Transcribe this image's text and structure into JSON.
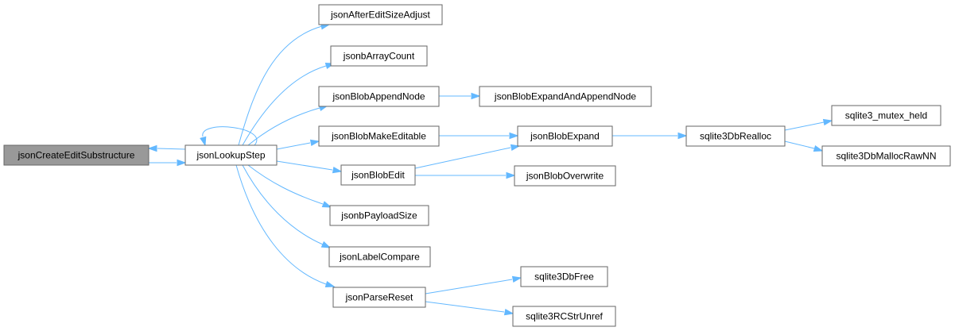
{
  "diagram": {
    "type": "call-graph",
    "colors": {
      "edge": "#63b8ff",
      "node_border": "#666666",
      "node_fill": "#ffffff",
      "root_fill": "#999999"
    }
  },
  "nodes": [
    {
      "id": "jsonCreateEditSubstructure",
      "label": "jsonCreateEditSubstructure",
      "root": true
    },
    {
      "id": "jsonLookupStep",
      "label": "jsonLookupStep"
    },
    {
      "id": "jsonAfterEditSizeAdjust",
      "label": "jsonAfterEditSizeAdjust"
    },
    {
      "id": "jsonbArrayCount",
      "label": "jsonbArrayCount"
    },
    {
      "id": "jsonBlobAppendNode",
      "label": "jsonBlobAppendNode"
    },
    {
      "id": "jsonBlobExpandAndAppendNode",
      "label": "jsonBlobExpandAndAppendNode"
    },
    {
      "id": "jsonBlobMakeEditable",
      "label": "jsonBlobMakeEditable"
    },
    {
      "id": "jsonBlobExpand",
      "label": "jsonBlobExpand"
    },
    {
      "id": "sqlite3DbRealloc",
      "label": "sqlite3DbRealloc"
    },
    {
      "id": "sqlite3_mutex_held",
      "label": "sqlite3_mutex_held"
    },
    {
      "id": "sqlite3DbMallocRawNN",
      "label": "sqlite3DbMallocRawNN"
    },
    {
      "id": "jsonBlobEdit",
      "label": "jsonBlobEdit"
    },
    {
      "id": "jsonBlobOverwrite",
      "label": "jsonBlobOverwrite"
    },
    {
      "id": "jsonbPayloadSize",
      "label": "jsonbPayloadSize"
    },
    {
      "id": "jsonLabelCompare",
      "label": "jsonLabelCompare"
    },
    {
      "id": "jsonParseReset",
      "label": "jsonParseReset"
    },
    {
      "id": "sqlite3DbFree",
      "label": "sqlite3DbFree"
    },
    {
      "id": "sqlite3RCStrUnref",
      "label": "sqlite3RCStrUnref"
    }
  ],
  "edges": [
    {
      "from": "jsonCreateEditSubstructure",
      "to": "jsonLookupStep"
    },
    {
      "from": "jsonLookupStep",
      "to": "jsonCreateEditSubstructure"
    },
    {
      "from": "jsonLookupStep",
      "to": "jsonLookupStep"
    },
    {
      "from": "jsonLookupStep",
      "to": "jsonAfterEditSizeAdjust"
    },
    {
      "from": "jsonLookupStep",
      "to": "jsonbArrayCount"
    },
    {
      "from": "jsonLookupStep",
      "to": "jsonBlobAppendNode"
    },
    {
      "from": "jsonLookupStep",
      "to": "jsonBlobMakeEditable"
    },
    {
      "from": "jsonLookupStep",
      "to": "jsonBlobEdit"
    },
    {
      "from": "jsonLookupStep",
      "to": "jsonbPayloadSize"
    },
    {
      "from": "jsonLookupStep",
      "to": "jsonLabelCompare"
    },
    {
      "from": "jsonLookupStep",
      "to": "jsonParseReset"
    },
    {
      "from": "jsonBlobAppendNode",
      "to": "jsonBlobExpandAndAppendNode"
    },
    {
      "from": "jsonBlobMakeEditable",
      "to": "jsonBlobExpand"
    },
    {
      "from": "jsonBlobEdit",
      "to": "jsonBlobExpand"
    },
    {
      "from": "jsonBlobEdit",
      "to": "jsonBlobOverwrite"
    },
    {
      "from": "jsonBlobExpand",
      "to": "sqlite3DbRealloc"
    },
    {
      "from": "sqlite3DbRealloc",
      "to": "sqlite3_mutex_held"
    },
    {
      "from": "sqlite3DbRealloc",
      "to": "sqlite3DbMallocRawNN"
    },
    {
      "from": "jsonParseReset",
      "to": "sqlite3DbFree"
    },
    {
      "from": "jsonParseReset",
      "to": "sqlite3RCStrUnref"
    }
  ]
}
